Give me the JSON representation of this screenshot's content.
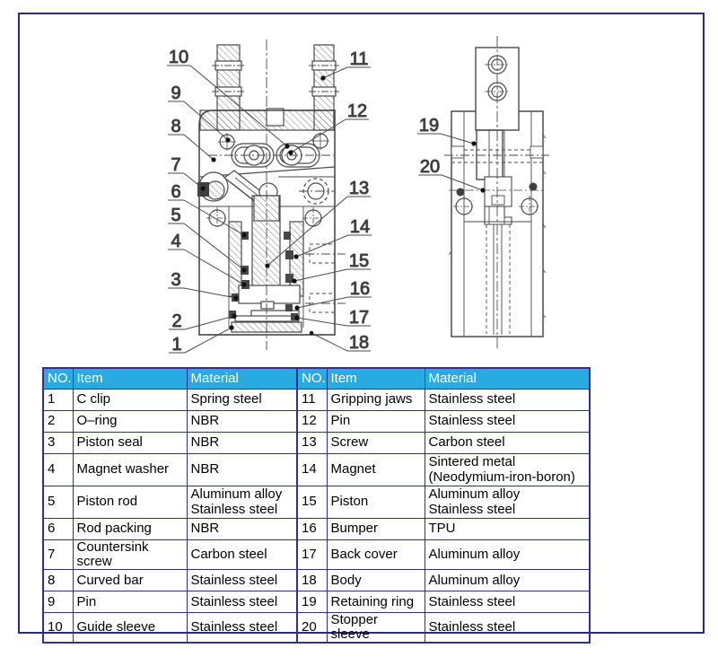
{
  "drawing": {
    "callouts": {
      "c1": "1",
      "c2": "2",
      "c3": "3",
      "c4": "4",
      "c5": "5",
      "c6": "6",
      "c7": "7",
      "c8": "8",
      "c9": "9",
      "c10": "10",
      "c11": "11",
      "c12": "12",
      "c13": "13",
      "c14": "14",
      "c15": "15",
      "c16": "16",
      "c17": "17",
      "c18": "18",
      "c19": "19",
      "c20": "20"
    }
  },
  "table": {
    "header": {
      "no": "NO.",
      "item": "Item",
      "material": "Material"
    },
    "rows": [
      {
        "no_l": "1",
        "item_l": "C clip",
        "mat_l": "Spring steel",
        "no_r": "11",
        "item_r": "Gripping jaws",
        "mat_r": "Stainless steel"
      },
      {
        "no_l": "2",
        "item_l": "O–ring",
        "mat_l": "NBR",
        "no_r": "12",
        "item_r": "Pin",
        "mat_r": "Stainless steel"
      },
      {
        "no_l": "3",
        "item_l": "Piston seal",
        "mat_l": "NBR",
        "no_r": "13",
        "item_r": "Screw",
        "mat_r": "Carbon steel"
      },
      {
        "no_l": "4",
        "item_l": "Magnet washer",
        "mat_l": "NBR",
        "no_r": "14",
        "item_r": "Magnet",
        "mat_r": "Sintered metal\n(Neodymium-iron-boron)"
      },
      {
        "no_l": "5",
        "item_l": "Piston rod",
        "mat_l": "Aluminum alloy\nStainless steel",
        "no_r": "15",
        "item_r": "Piston",
        "mat_r": "Aluminum alloy\nStainless steel"
      },
      {
        "no_l": "6",
        "item_l": "Rod packing",
        "mat_l": "NBR",
        "no_r": "16",
        "item_r": "Bumper",
        "mat_r": "TPU"
      },
      {
        "no_l": "7",
        "item_l": "Countersink screw",
        "mat_l": "Carbon steel",
        "no_r": "17",
        "item_r": "Back cover",
        "mat_r": "Aluminum alloy"
      },
      {
        "no_l": "8",
        "item_l": "Curved bar",
        "mat_l": "Stainless steel",
        "no_r": "18",
        "item_r": "Body",
        "mat_r": "Aluminum alloy"
      },
      {
        "no_l": "9",
        "item_l": "Pin",
        "mat_l": "Stainless steel",
        "no_r": "19",
        "item_r": "Retaining ring",
        "mat_r": "Stainless steel"
      },
      {
        "no_l": "10",
        "item_l": "Guide sleeve",
        "mat_l": "Stainless steel",
        "no_r": "20",
        "item_r": "Stopper sleeve",
        "mat_r": "Stainless steel"
      }
    ]
  },
  "colors": {
    "header_bg": "#29ABE2",
    "table_border": "#2E3192",
    "page_border": "#2B2B6E"
  }
}
